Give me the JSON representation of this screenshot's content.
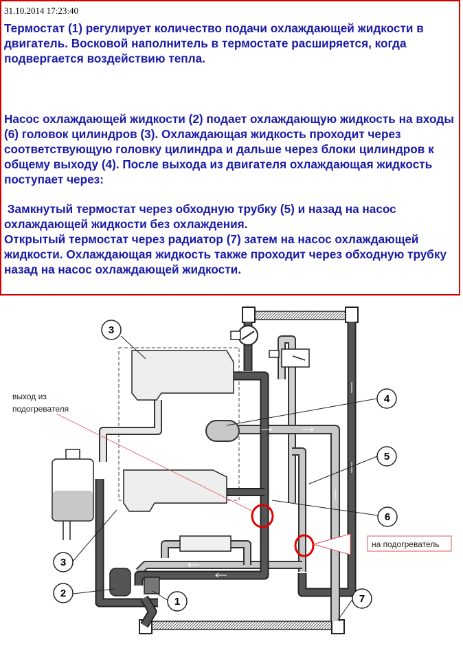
{
  "timestamp": "31.10.2014 17:23:40",
  "paragraphs": [
    "Термостат (1) регулирует количество подачи охлаждающей жидкости в двигатель. Восковой наполнитель в термостате расширяется, когда подвергается воздействию тепла.",
    "Насос охлаждающей жидкости (2) подает охлаждающую жидкость на входы (6) головок цилиндров (3). Охлаждающая жидкость проходит через соответствующую головку цилиндра и дальше через блоки цилиндров к общему выходу (4). После выхода из двигателя охлаждающая жидкость поступает через:",
    " Замкнутый термостат через обходную трубку (5) и назад на насос охлаждающей жидкости без охлаждения.",
    "Открытый термостат через радиатор (7) затем на насос охлаждающей жидкости. Охлаждающая жидкость также проходит через обходную трубку назад на насос охлаждающей жидкости."
  ],
  "diagram": {
    "annotation_heater_outlet": "выход из подогревателя",
    "annotation_heater_outlet_line1": "выход из",
    "annotation_heater_outlet_line2": "подогревателя",
    "annotation_heater_inlet": "на подогреватель",
    "callouts": [
      "1",
      "2",
      "3",
      "3",
      "4",
      "5",
      "6",
      "7"
    ],
    "colors": {
      "text_blue": "#1a1aa6",
      "frame_red": "#d40000",
      "pipe_dark": "#444444",
      "pipe_light": "#c8c8c8",
      "highlight_red": "#e00000"
    }
  }
}
